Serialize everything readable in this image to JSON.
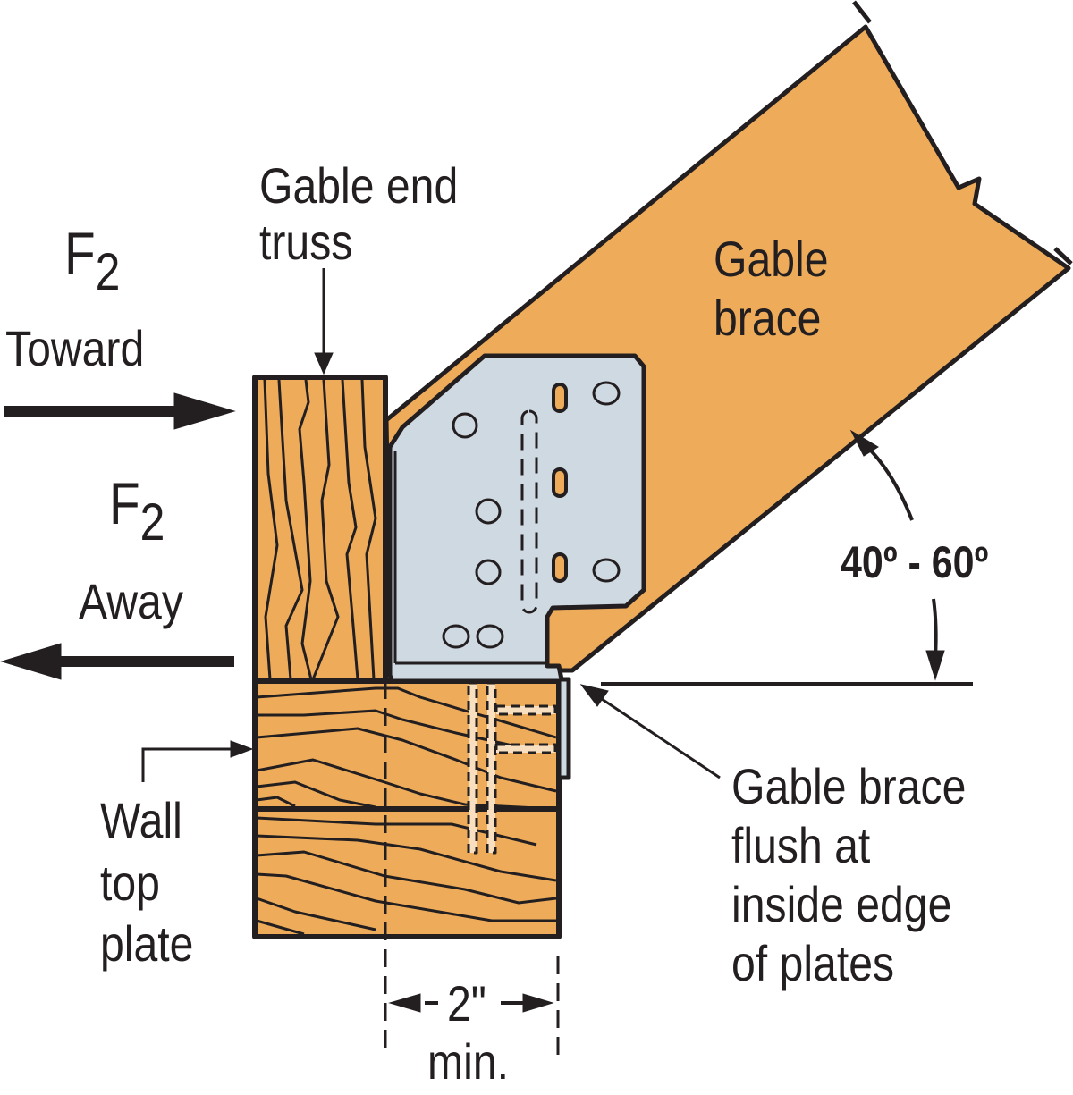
{
  "labels": {
    "gable_end_truss": [
      "Gable end",
      "truss"
    ],
    "gable_brace": [
      "Gable",
      "brace"
    ],
    "force_toward": {
      "symbol": "F",
      "subscript": "2",
      "text": "Toward"
    },
    "force_away": {
      "symbol": "F",
      "subscript": "2",
      "text": "Away"
    },
    "angle_range": "40º - 60º",
    "wall_top_plate": [
      "Wall",
      "top",
      "plate"
    ],
    "flush_note": [
      "Gable brace",
      "flush at",
      "inside edge",
      "of plates"
    ],
    "min_distance": {
      "value": "2\"",
      "unit": "min."
    }
  },
  "colors": {
    "wood": "#eeac5b",
    "steel": "#cfd9e2",
    "ink": "#231f20",
    "nail": "#f7dfc0"
  }
}
